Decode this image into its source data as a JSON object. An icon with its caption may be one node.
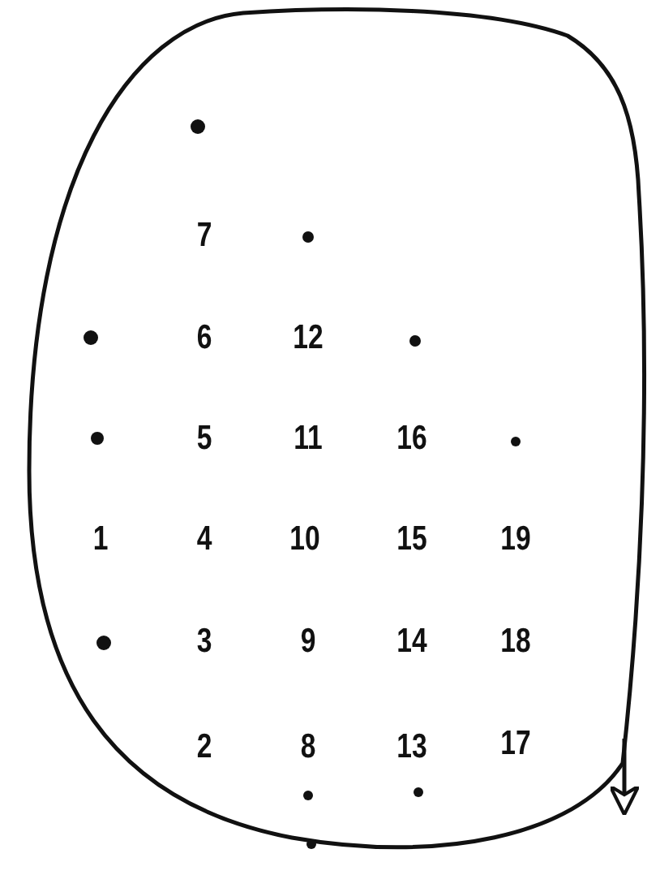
{
  "diagram": {
    "labels": [
      "7",
      "6",
      "12",
      "5",
      "11",
      "16",
      "1",
      "4",
      "10",
      "15",
      "19",
      "3",
      "9",
      "14",
      "18",
      "2",
      "8",
      "13",
      "17"
    ]
  }
}
